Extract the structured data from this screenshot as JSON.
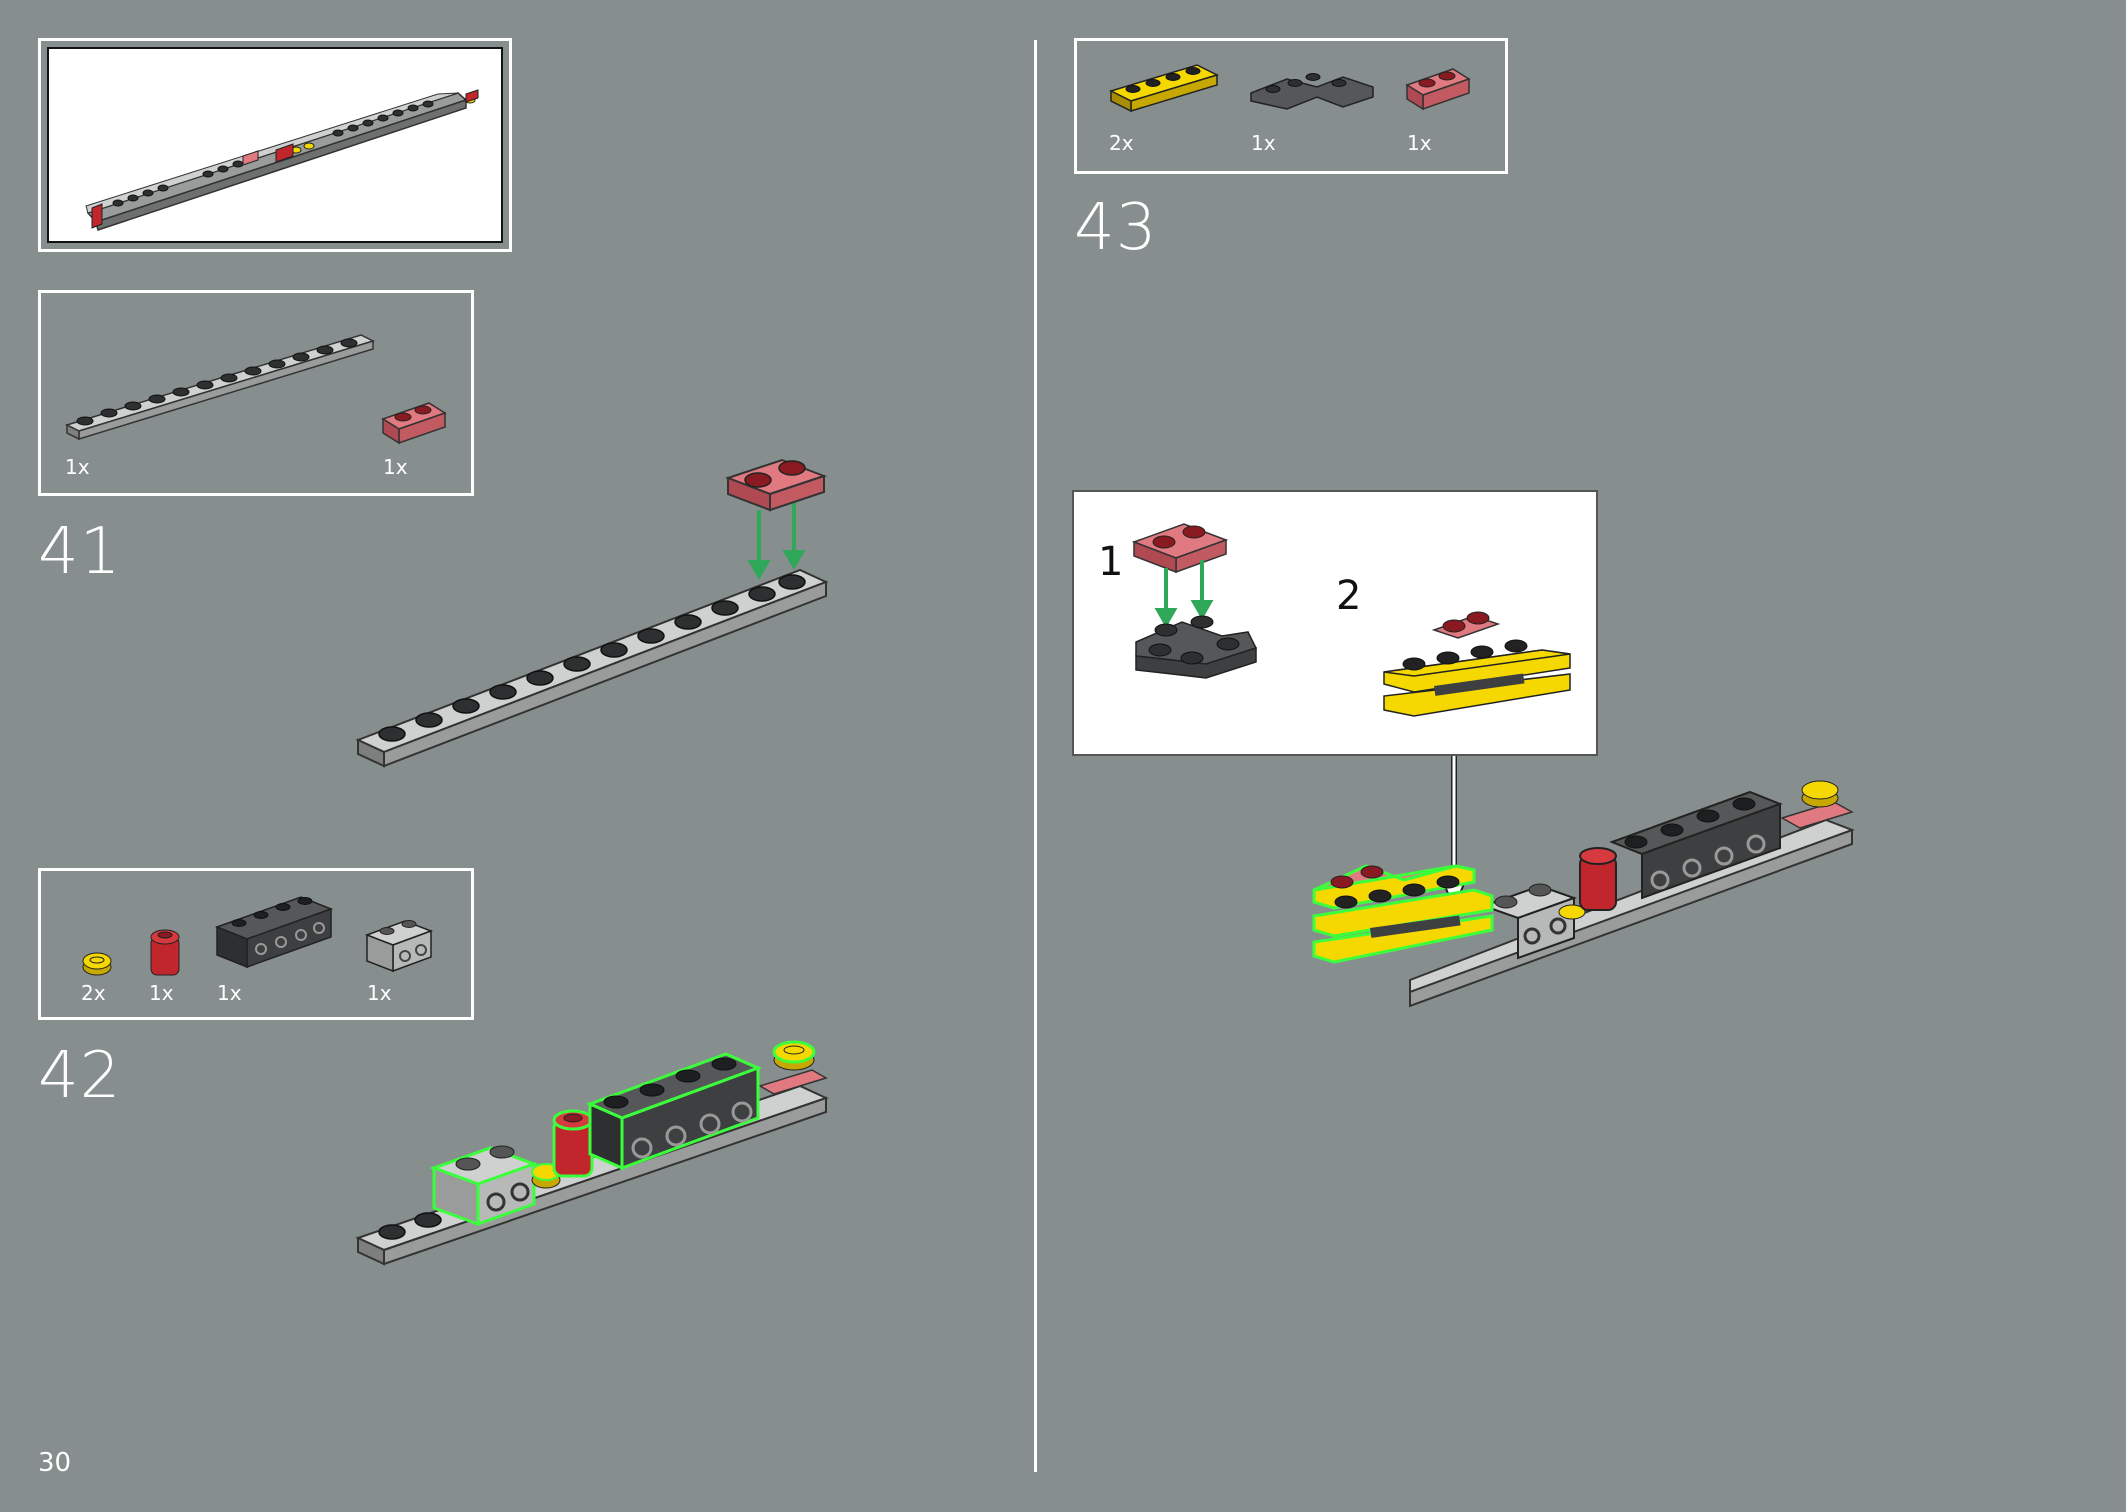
{
  "page_number": "30",
  "steps": [
    {
      "number": "41",
      "parts": [
        {
          "qty": "1x",
          "icon": "light-gray-plate-1x12-icon"
        },
        {
          "qty": "1x",
          "icon": "trans-red-plate-1x2-icon"
        }
      ]
    },
    {
      "number": "42",
      "parts": [
        {
          "qty": "2x",
          "icon": "yellow-round-tile-icon"
        },
        {
          "qty": "1x",
          "icon": "red-round-brick-icon"
        },
        {
          "qty": "1x",
          "icon": "dark-gray-technic-brick-1x4-icon"
        },
        {
          "qty": "1x",
          "icon": "light-gray-technic-brick-1x2-icon"
        }
      ]
    },
    {
      "number": "43",
      "parts": [
        {
          "qty": "2x",
          "icon": "yellow-plate-1x4-icon"
        },
        {
          "qty": "1x",
          "icon": "dark-gray-wedge-plate-icon"
        },
        {
          "qty": "1x",
          "icon": "trans-red-plate-1x2-icon"
        }
      ],
      "substeps": [
        "1",
        "2"
      ]
    }
  ],
  "colors": {
    "background": "#878e8e",
    "highlight": "#3cff3c",
    "arrow": "#2fa85a",
    "trans_red": "#e07a80",
    "yellow": "#f5d800",
    "dark_gray": "#3d3f40",
    "light_gray": "#b7b9b9"
  }
}
